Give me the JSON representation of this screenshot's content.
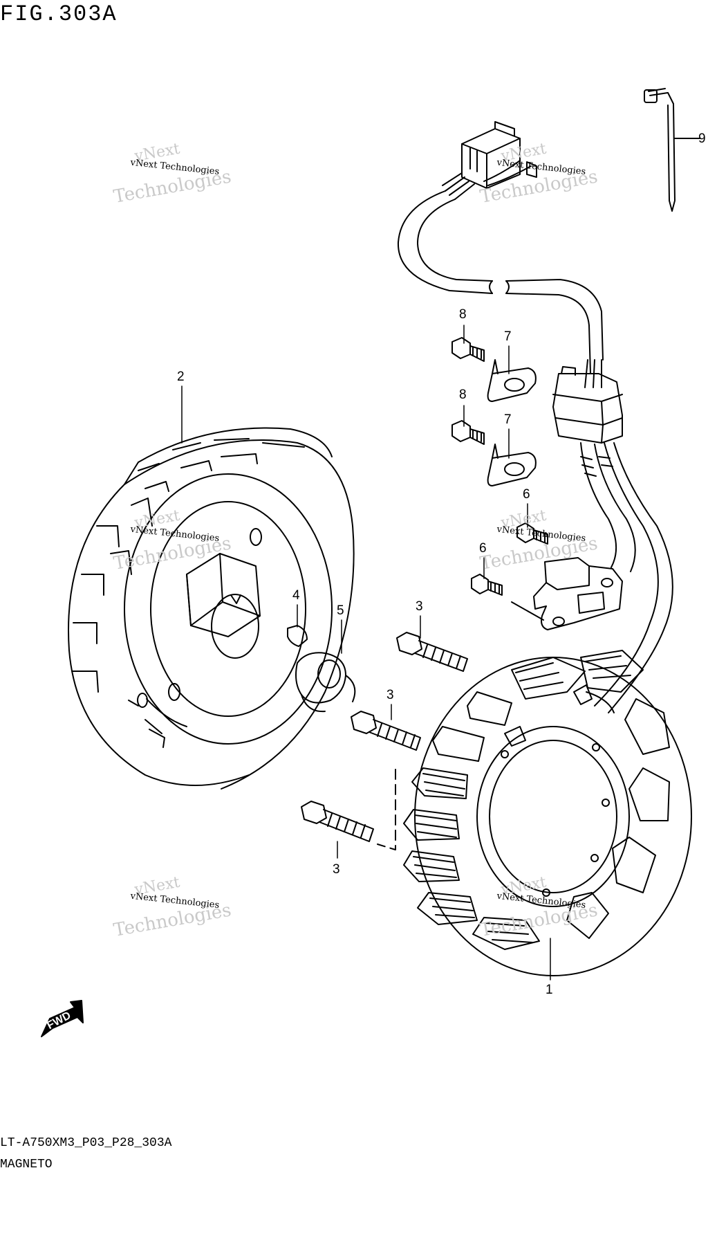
{
  "figure": {
    "title": "FIG.303A"
  },
  "callouts": [
    {
      "id": "c9",
      "label": "9"
    },
    {
      "id": "c8a",
      "label": "8"
    },
    {
      "id": "c7a",
      "label": "7"
    },
    {
      "id": "c8b",
      "label": "8"
    },
    {
      "id": "c7b",
      "label": "7"
    },
    {
      "id": "c2",
      "label": "2"
    },
    {
      "id": "c6a",
      "label": "6"
    },
    {
      "id": "c6b",
      "label": "6"
    },
    {
      "id": "c4",
      "label": "4"
    },
    {
      "id": "c5",
      "label": "5"
    },
    {
      "id": "c3a",
      "label": "3"
    },
    {
      "id": "c3b",
      "label": "3"
    },
    {
      "id": "c3c",
      "label": "3"
    },
    {
      "id": "c1",
      "label": "1"
    }
  ],
  "fwd_label": "FWD",
  "watermark": {
    "line1": "vNext Technologies",
    "line2": "vNext",
    "line3": "Technologies"
  },
  "footer": {
    "code": "LT-A750XM3_P03_P28_303A",
    "description": "MAGNETO"
  }
}
